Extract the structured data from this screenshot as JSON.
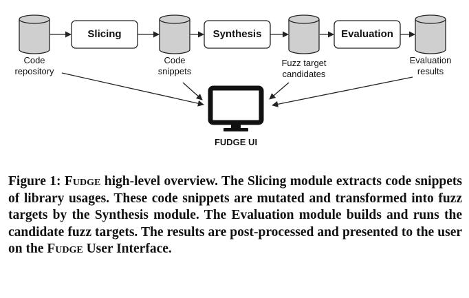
{
  "diagram": {
    "stores": {
      "code_repository": [
        "Code",
        "repository"
      ],
      "code_snippets": [
        "Code",
        "snippets"
      ],
      "fuzz_target_candidates": [
        "Fuzz target",
        "candidates"
      ],
      "evaluation_results": [
        "Evaluation",
        "results"
      ]
    },
    "modules": {
      "slicing": "Slicing",
      "synthesis": "Synthesis",
      "evaluation": "Evaluation"
    },
    "ui_label": "FUDGE UI"
  },
  "caption": {
    "prefix": "Figure 1: ",
    "name_1": "Fudge",
    "body_1": " high-level overview. The Slicing module extracts code snippets of library usages. These code snippets are mutated and transformed into fuzz targets by the Synthesis module. The Evaluation module builds and runs the candidate fuzz targets. The results are post-processed and presented to the user on the ",
    "name_2": "Fudge",
    "body_2": " User Interface."
  },
  "colors": {
    "cylinder_fill": "#cfcfcf",
    "stroke": "#222222",
    "box_fill": "#ffffff"
  },
  "icons": {
    "ui": "monitor-icon"
  }
}
